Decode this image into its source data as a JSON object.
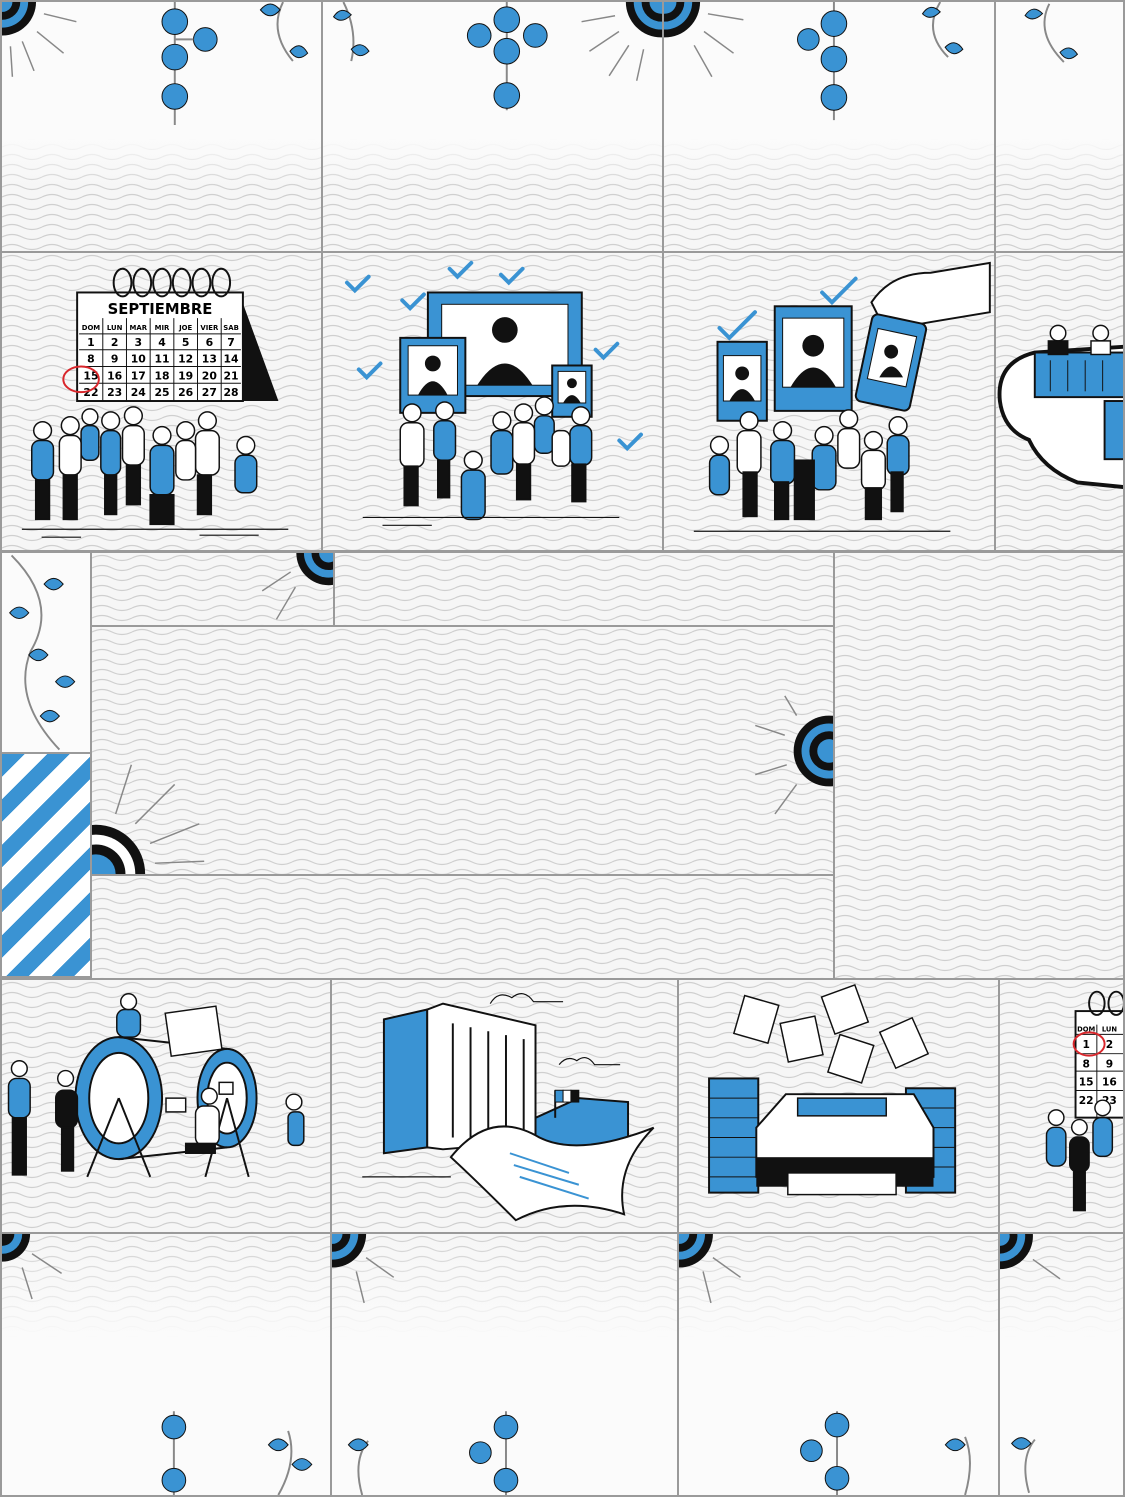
{
  "palette": {
    "accent_blue": "#3a93d3",
    "ink": "#111111",
    "grid_line": "#9a9a9a",
    "circle_red": "#d9262b"
  },
  "calendar_large": {
    "month": "SEPTIEMBRE",
    "weekdays": [
      "DOM",
      "LUN",
      "MAR",
      "MIR",
      "JOE",
      "VIER",
      "SAB"
    ],
    "row1": [
      "1",
      "2",
      "3",
      "4",
      "5",
      "6",
      "7"
    ],
    "row2": [
      "8",
      "9",
      "10",
      "11",
      "12",
      "13",
      "14"
    ],
    "row3": [
      "15",
      "16",
      "17",
      "18",
      "19",
      "20",
      "21"
    ],
    "row4": [
      "22",
      "23",
      "24",
      "25",
      "26",
      "27",
      "28"
    ],
    "circled_day": "15"
  },
  "calendar_small": {
    "weekdays": [
      "DOM",
      "LUN"
    ],
    "row1": [
      "1",
      "2"
    ],
    "row2": [
      "8",
      "9"
    ],
    "row3": [
      "15",
      "16"
    ],
    "row4": [
      "22",
      "23"
    ],
    "circled_day": "1"
  },
  "icons": [
    "sun-icon",
    "leaf-vine-icon",
    "beaded-stem-icon",
    "checkmark-icon",
    "portrait-frame-icon",
    "phone-icon",
    "hand-icon",
    "crowd-illustration",
    "ballot-drum-icon",
    "building-icon",
    "flag-icon",
    "printer-icon",
    "paper-stack-icon",
    "chevron-pattern"
  ]
}
